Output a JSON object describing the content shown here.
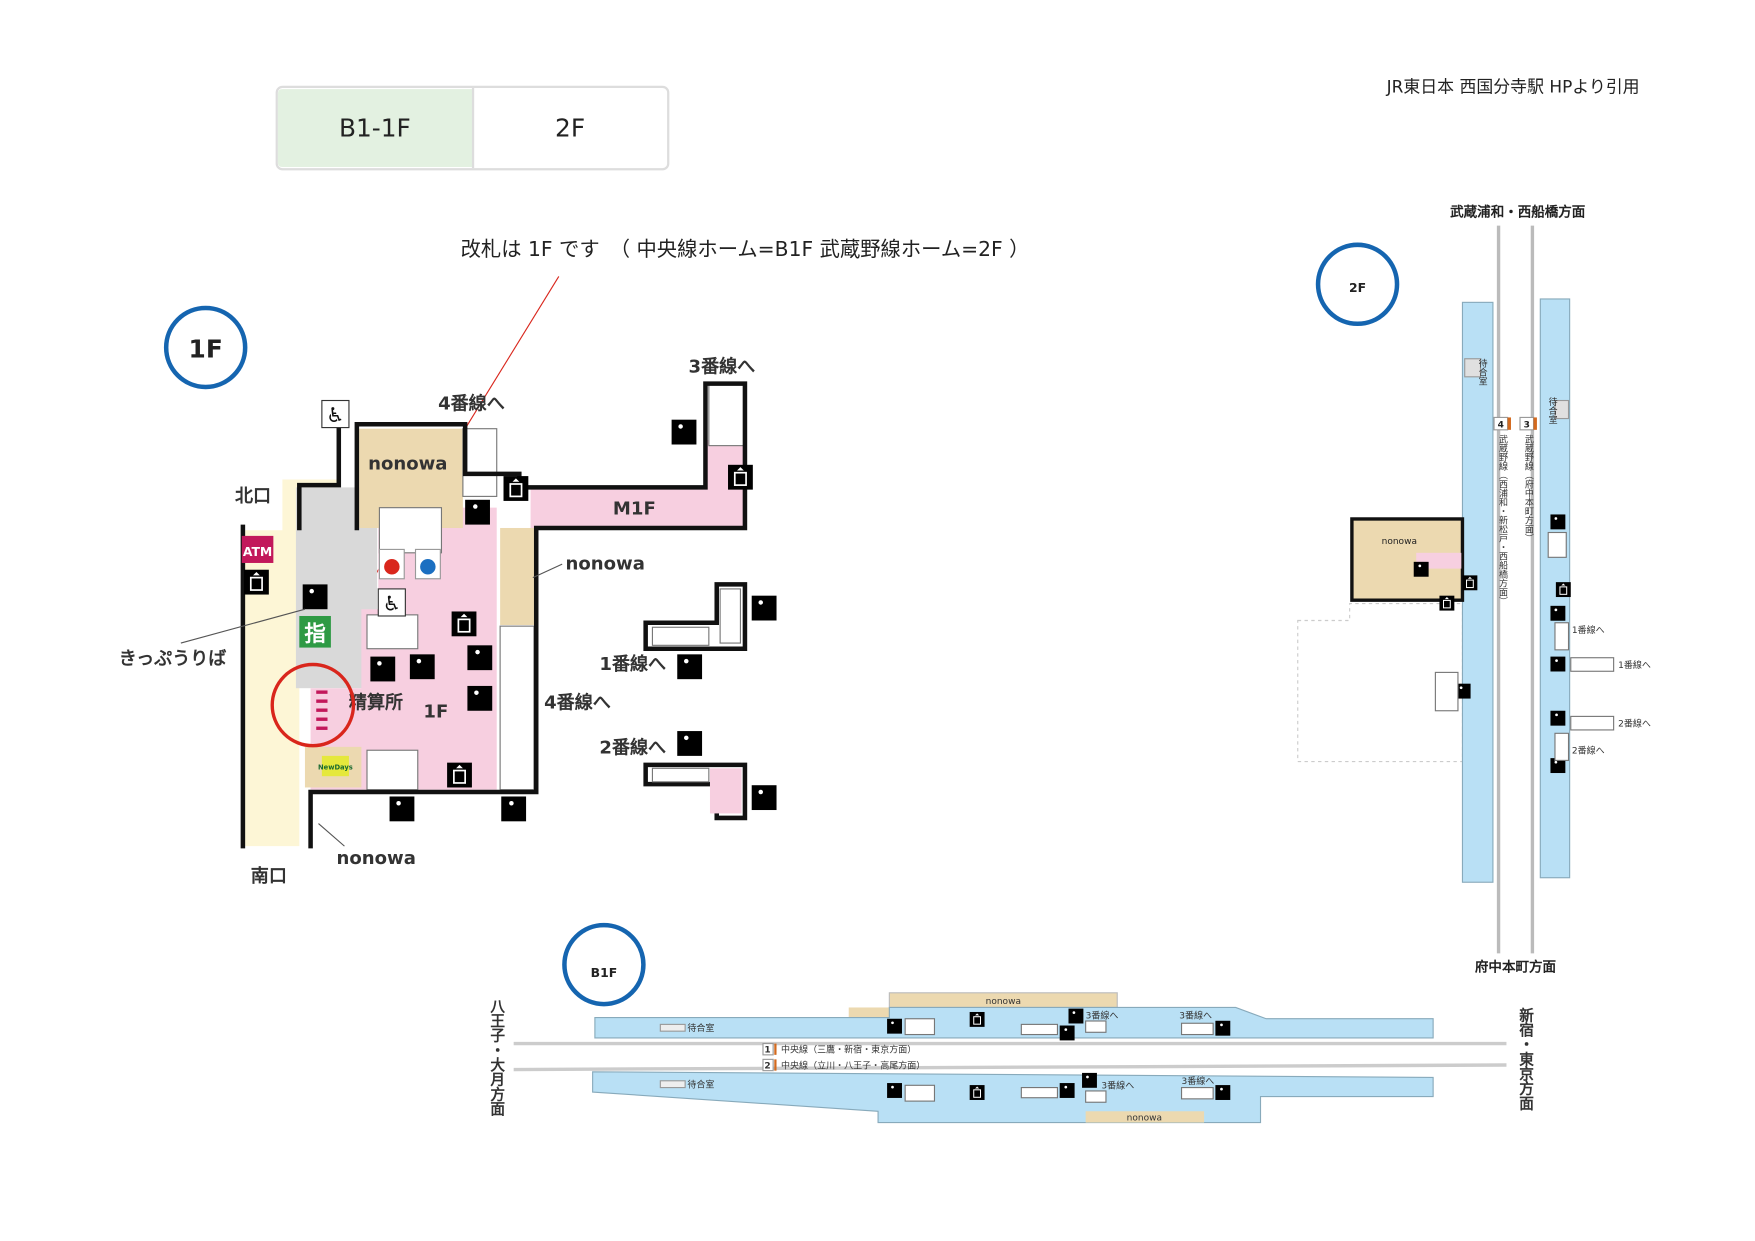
{
  "tabs": [
    {
      "label": "B1-1F",
      "active": true
    },
    {
      "label": "2F",
      "active": false
    }
  ],
  "credit": "JR東日本 西国分寺駅 HPより引用",
  "annotation": "改札は 1F です　（ 中央線ホーム=B1F  武蔵野線ホーム=2F ）",
  "colors": {
    "accent_red": "#d9261c",
    "circle_blue": "#1565b0",
    "platform_blue": "#b9e0f5",
    "concourse_pink": "#f7cfe0",
    "shop_tan": "#ecd9b0",
    "tab_active": "#e3f1e1"
  },
  "floor_1f": {
    "badge": "1F",
    "labels": {
      "north_exit": "北口",
      "south_exit": "南口",
      "atm": "ATM",
      "reserved_seat": "指",
      "ticket_office": "きっぷうりば",
      "fare_adjust": "精算所",
      "floor": "1F",
      "mezzanine": "M1F",
      "to_track4_top": "4番線へ",
      "to_track3": "3番線へ",
      "to_track4_right": "4番線へ",
      "to_track1": "1番線へ",
      "to_track2": "2番線へ",
      "nonowa_top": "nonowa",
      "nonowa_right": "nonowa",
      "nonowa_bottom": "nonowa",
      "newdays": "NewDays"
    }
  },
  "floor_2f": {
    "badge": "2F",
    "direction_north": "武蔵浦和・西船橋方面",
    "direction_south": "府中本町方面",
    "track4_num": "4",
    "track3_num": "3",
    "track4_desc": "武蔵野線（西浦和・新松戸・西船橋方面）",
    "track3_desc": "武蔵野線（府中本町方面）",
    "waiting_room_1": "待合室",
    "waiting_room_2": "待合室",
    "nonowa": "nonowa",
    "to_track1_a": "1番線へ",
    "to_track1_b": "1番線へ",
    "to_track2_a": "2番線へ",
    "to_track2_b": "2番線へ"
  },
  "floor_b1f": {
    "badge": "B1F",
    "direction_west": "八王子・大月方面",
    "direction_east": "新宿・東京方面",
    "track1_num": "1",
    "track1_desc": "中央線（三鷹・新宿・東京方面）",
    "track2_num": "2",
    "track2_desc": "中央線（立川・八王子・高尾方面）",
    "waiting_room_top": "待合室",
    "waiting_room_bottom": "待合室",
    "nonowa_top": "nonowa",
    "nonowa_bottom": "nonowa",
    "to_track3_a": "3番線へ",
    "to_track3_b": "3番線へ",
    "to_track3_c": "3番線へ",
    "to_track3_d": "3番線へ"
  }
}
